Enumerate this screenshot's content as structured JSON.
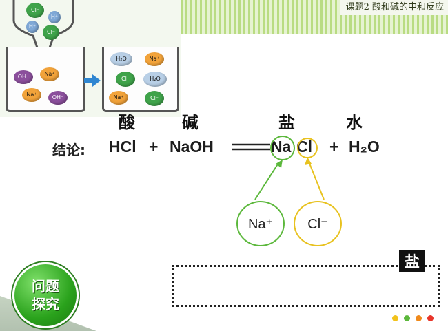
{
  "header": {
    "lesson_label": "课题2   酸和碱的中和反应"
  },
  "illustration": {
    "dropper_ions": [
      "Cl⁻",
      "H⁺",
      "H⁺",
      "Cl⁻"
    ],
    "left_beaker_ions": [
      "OH⁻",
      "Na⁺",
      "Na⁺",
      "OH⁻"
    ],
    "right_beaker_ions": [
      "H₂O",
      "Na⁺",
      "Cl⁻",
      "H₂O",
      "Na⁺",
      "Cl⁻"
    ],
    "arrow_color": "#2f86d1"
  },
  "labels": {
    "acid": "酸",
    "base": "碱",
    "salt": "盐",
    "water": "水"
  },
  "equation": {
    "prefix": "结论:",
    "reactant1": "HCl",
    "plus1": "+",
    "reactant2": "NaOH",
    "product_na": "Na",
    "product_cl": "Cl",
    "plus2": "+",
    "product_water": "H₂O"
  },
  "ions": {
    "cation": "Na⁺",
    "anion": "Cl⁻",
    "cation_color": "#5cb83c",
    "anion_color": "#e8c21f"
  },
  "answer_box": {
    "tag": "盐"
  },
  "badge": {
    "line1": "问题",
    "line2": "探究"
  },
  "nav_dots": [
    "#f2c21b",
    "#5cb83c",
    "#f08a1c",
    "#e8352a"
  ]
}
